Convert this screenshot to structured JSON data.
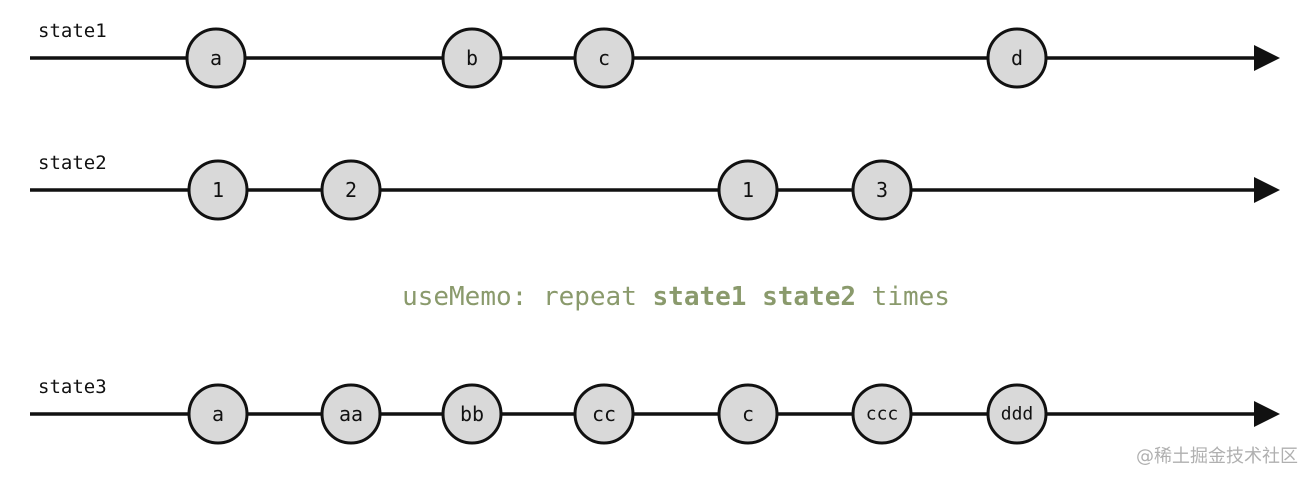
{
  "timelines": [
    {
      "label": "state1",
      "marbles": [
        "a",
        "b",
        "c",
        "d"
      ]
    },
    {
      "label": "state2",
      "marbles": [
        "1",
        "2",
        "1",
        "3"
      ]
    },
    {
      "label": "state3",
      "marbles": [
        "a",
        "aa",
        "bb",
        "cc",
        "c",
        "ccc",
        "ddd"
      ]
    }
  ],
  "caption": {
    "prefix": "useMemo: repeat ",
    "arg1": "state1",
    "sep": " ",
    "arg2": "state2",
    "suffix": " times"
  },
  "watermark": "@稀土掘金技术社区",
  "colors": {
    "marble_fill": "#d9d9d9",
    "caption": "#8a9a6c",
    "line": "#111111"
  }
}
